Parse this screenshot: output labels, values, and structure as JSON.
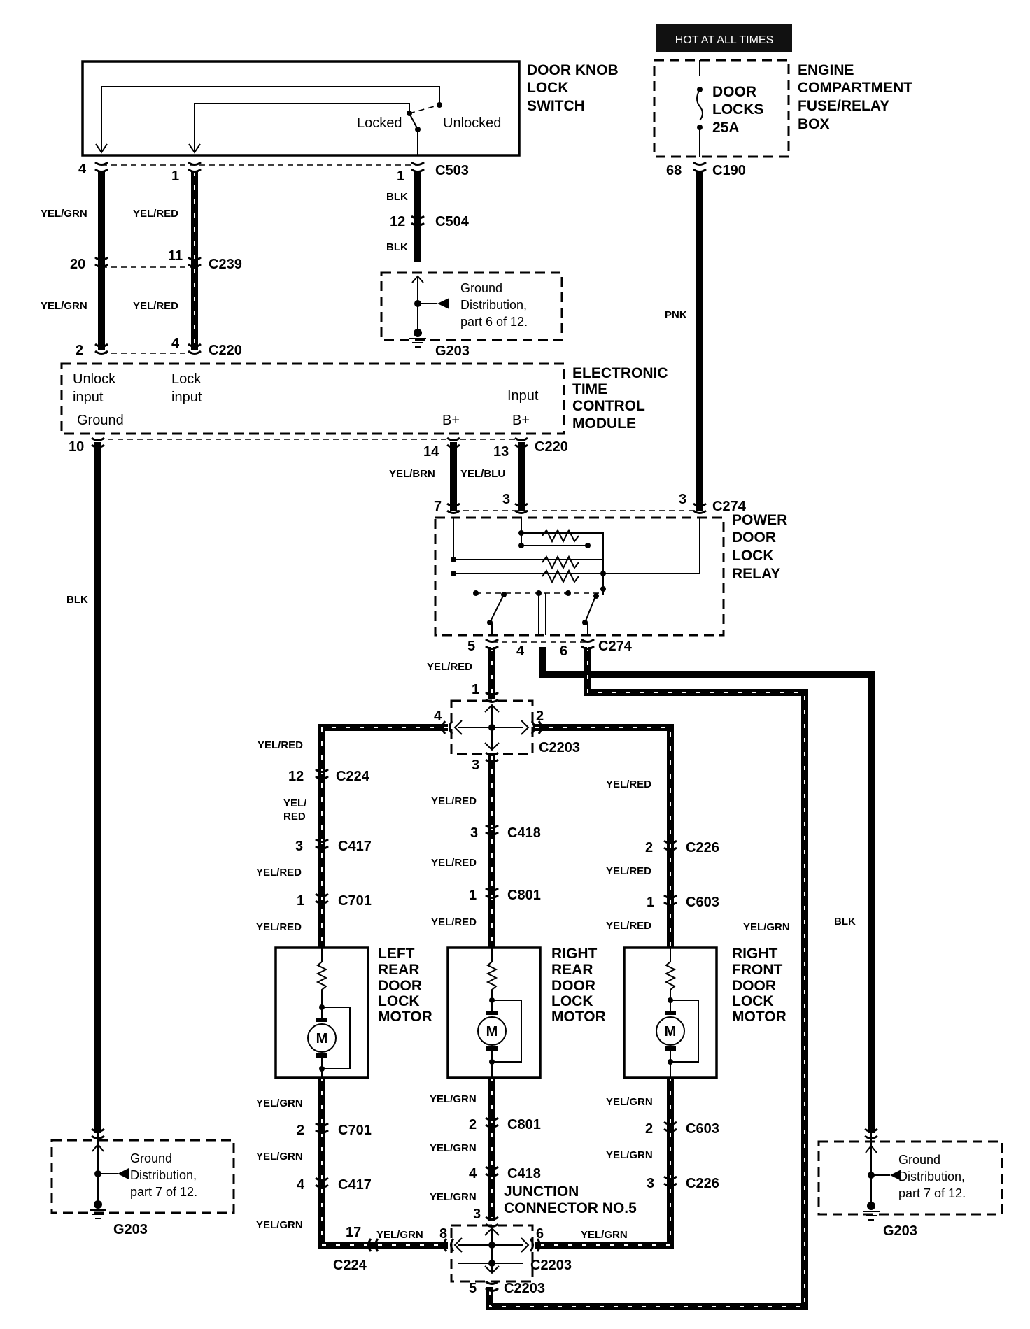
{
  "header": {
    "hot_label": "HOT AT ALL TIMES"
  },
  "components": {
    "door_knob_switch": {
      "name_lines": [
        "DOOR KNOB",
        "LOCK",
        "SWITCH"
      ],
      "locked": "Locked",
      "unlocked": "Unlocked"
    },
    "fuse_box": {
      "name_lines": [
        "ENGINE",
        "COMPARTMENT",
        "FUSE/RELAY",
        "BOX"
      ],
      "fuse_lines": [
        "DOOR",
        "LOCKS",
        "25A"
      ]
    },
    "etcm": {
      "name_lines": [
        "ELECTRONIC",
        "TIME",
        "CONTROL",
        "MODULE"
      ],
      "unlock_input": [
        "Unlock",
        "input"
      ],
      "lock_input": [
        "Lock",
        "input"
      ],
      "input": "Input",
      "ground": "Ground",
      "b_plus_1": "B+",
      "b_plus_2": "B+"
    },
    "relay": {
      "name_lines": [
        "POWER",
        "DOOR",
        "LOCK",
        "RELAY"
      ]
    },
    "ground_g203_top": {
      "text_lines": [
        "Ground",
        "Distribution,",
        "part 6 of 12."
      ],
      "name": "G203"
    },
    "ground_g203_left": {
      "text_lines": [
        "Ground",
        "Distribution,",
        "part 7 of 12."
      ],
      "name": "G203"
    },
    "ground_g203_right": {
      "text_lines": [
        "Ground",
        "Distribution,",
        "part 7 of 12."
      ],
      "name": "G203"
    },
    "motor_lr": {
      "name_lines": [
        "LEFT",
        "REAR",
        "DOOR",
        "LOCK",
        "MOTOR"
      ],
      "symbol": "M"
    },
    "motor_rr": {
      "name_lines": [
        "RIGHT",
        "REAR",
        "DOOR",
        "LOCK",
        "MOTOR"
      ],
      "symbol": "M"
    },
    "motor_rf": {
      "name_lines": [
        "RIGHT",
        "FRONT",
        "DOOR",
        "LOCK",
        "MOTOR"
      ],
      "symbol": "M"
    },
    "junction": {
      "name_lines": [
        "JUNCTION",
        "CONNECTOR NO.5"
      ]
    }
  },
  "connectors": {
    "c503": "C503",
    "c504": "C504",
    "c190": "C190",
    "c239": "C239",
    "c220_top": "C220",
    "c220_mid": "C220",
    "c274_top": "C274",
    "c274_bot": "C274",
    "c2203_top": "C2203",
    "c224_top": "C224",
    "c417_top": "C417",
    "c701_top": "C701",
    "c418_top": "C418",
    "c801_top": "C801",
    "c226_top": "C226",
    "c603_top": "C603",
    "c701_bot": "C701",
    "c417_bot": "C417",
    "c801_bot": "C801",
    "c418_bot": "C418",
    "c603_bot": "C603",
    "c226_bot": "C226",
    "c224_bot": "C224",
    "c2203_bot": "C2203",
    "c2203_bot2": "C2203"
  },
  "pins": {
    "p4_sw": "4",
    "p1_sw": "1",
    "p1_c503": "1",
    "p12_c504": "12",
    "p68": "68",
    "p20": "20",
    "p11": "11",
    "p2_c220": "2",
    "p4_c220": "4",
    "p10": "10",
    "p14": "14",
    "p13": "13",
    "p7": "7",
    "p3_relay": "3",
    "p3_pnk": "3",
    "p5": "5",
    "p4_relay": "4",
    "p6_relay": "6",
    "p1_jt": "1",
    "p4_jt": "4",
    "p2_jt": "2",
    "p3_jt": "3",
    "p12_c224": "12",
    "p3_c417": "3",
    "p1_c701": "1",
    "p3_c418": "3",
    "p1_c801": "1",
    "p2_c226": "2",
    "p1_c603": "1",
    "p2_c701": "2",
    "p4_c417": "4",
    "p2_c801": "2",
    "p4_c418": "4",
    "p2_c603": "2",
    "p3_c226": "3",
    "p17": "17",
    "p8": "8",
    "p6_jb": "6",
    "p3_jb": "3",
    "p5_jb": "5"
  },
  "wires": {
    "w_yelgrn_1": "YEL/GRN",
    "w_yelred_1": "YEL/RED",
    "w_blk_1": "BLK",
    "w_blk_2": "BLK",
    "w_yelgrn_2": "YEL/GRN",
    "w_yelred_2": "YEL/RED",
    "w_pnk": "PNK",
    "w_blk_gnd": "BLK",
    "w_yelbrn": "YEL/BRN",
    "w_yelblu": "YEL/BLU",
    "w_yelred_relay": "YEL/RED",
    "w_yelred_l1": "YEL/RED",
    "w_yelred_l2a": "YEL/",
    "w_yelred_l2b": "RED",
    "w_yelred_l3": "YEL/RED",
    "w_yelred_l4": "YEL/RED",
    "w_yelred_m1": "YEL/RED",
    "w_yelred_m2": "YEL/RED",
    "w_yelred_m3": "YEL/RED",
    "w_yelred_r1": "YEL/RED",
    "w_yelred_r2": "YEL/RED",
    "w_yelred_r3": "YEL/RED",
    "w_yelgrn_long": "YEL/GRN",
    "w_blk_right": "BLK",
    "w_yelgrn_l1": "YEL/GRN",
    "w_yelgrn_l2": "YEL/GRN",
    "w_yelgrn_l3": "YEL/GRN",
    "w_yelgrn_m1": "YEL/GRN",
    "w_yelgrn_m2": "YEL/GRN",
    "w_yelgrn_m3": "YEL/GRN",
    "w_yelgrn_r1": "YEL/GRN",
    "w_yelgrn_r2": "YEL/GRN",
    "w_yelgrn_b1": "YEL/GRN",
    "w_yelgrn_b2": "YEL/GRN"
  }
}
